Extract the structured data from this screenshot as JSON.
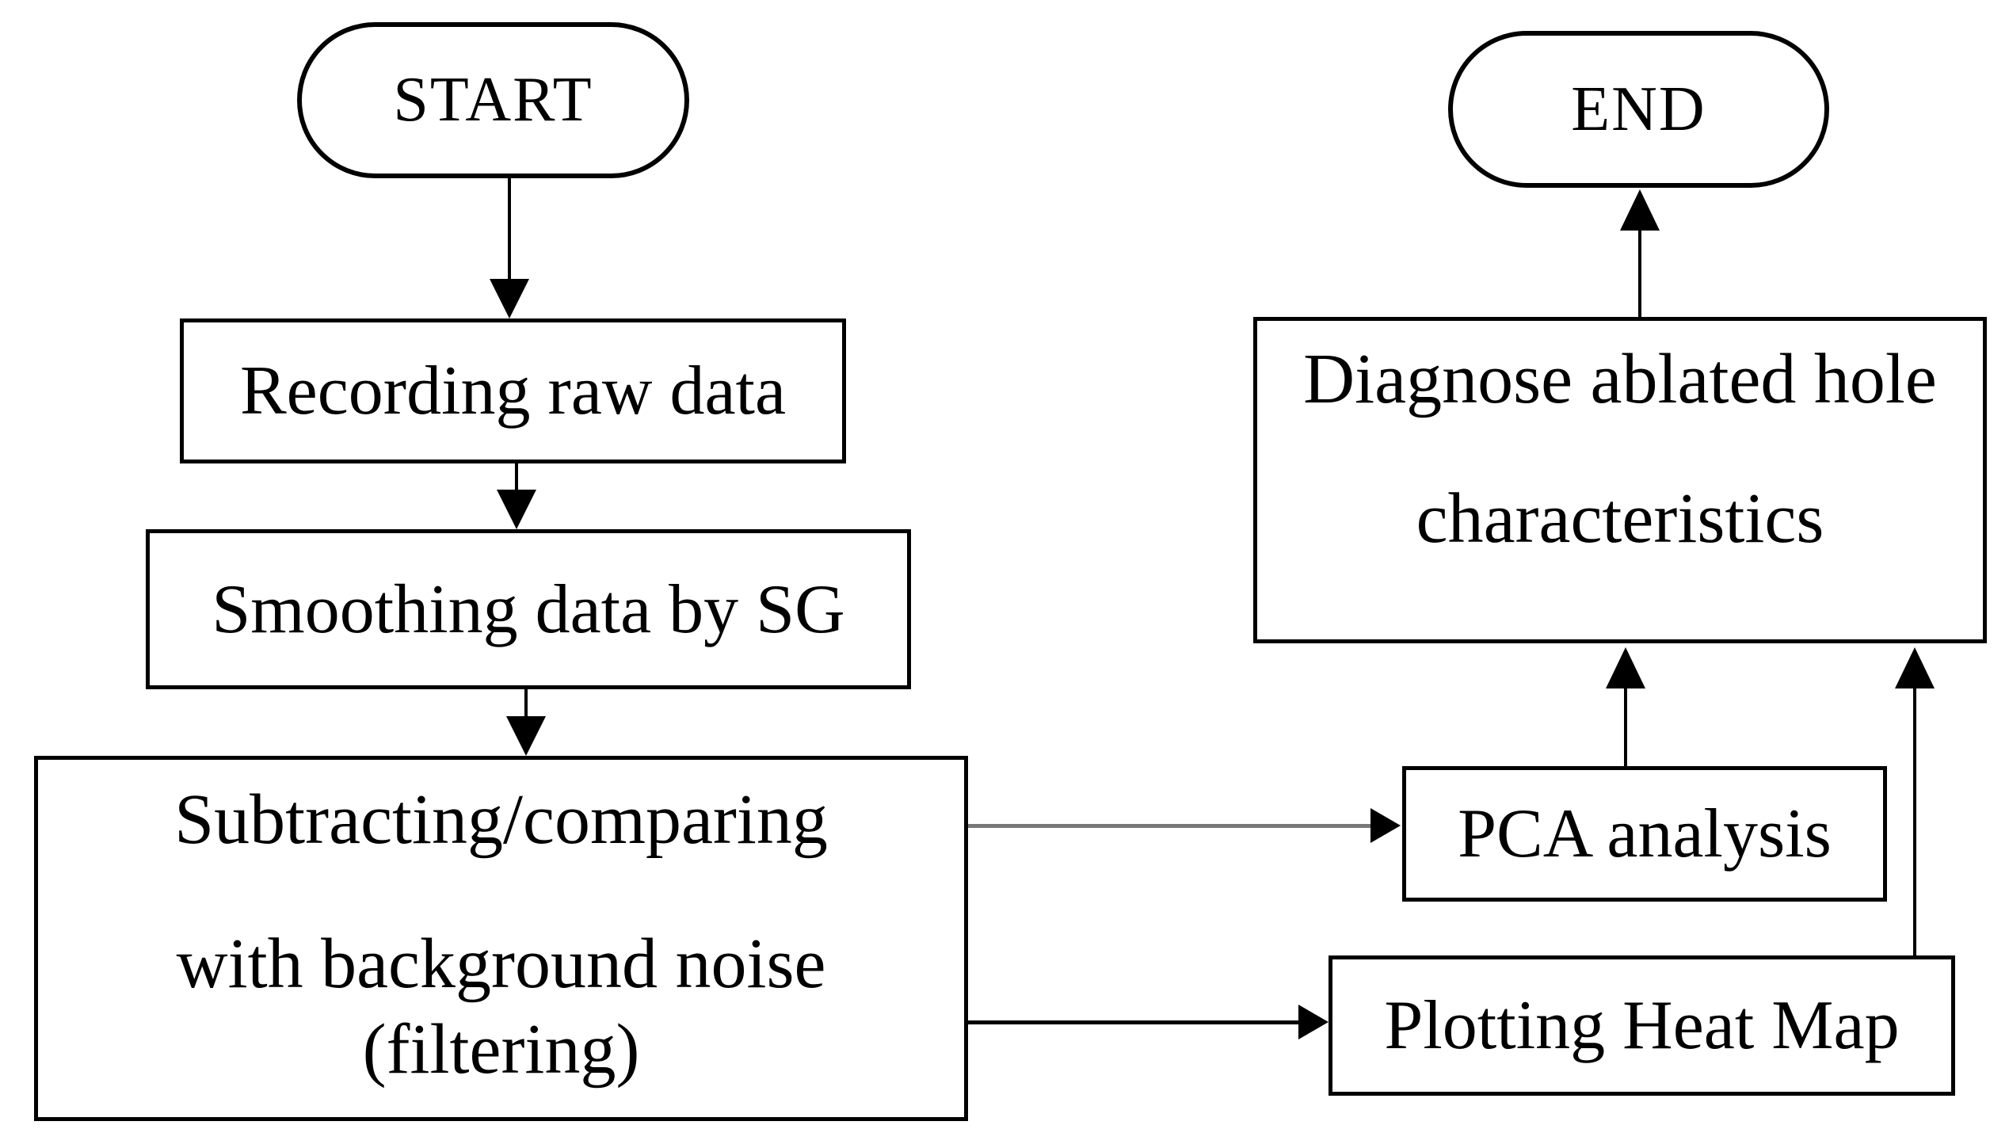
{
  "diagram": {
    "type": "flowchart",
    "background_color": "#ffffff",
    "line_color": "#000000",
    "gray_connector_color": "#787878",
    "nodes": {
      "start": {
        "label": "START",
        "shape": "terminator"
      },
      "recording": {
        "label": "Recording raw data",
        "shape": "process"
      },
      "smoothing": {
        "label": "Smoothing data by SG",
        "shape": "process"
      },
      "subtracting": {
        "line1": "Subtracting/comparing",
        "line2": "with background noise",
        "line3": "(filtering)",
        "shape": "process"
      },
      "pca": {
        "label": "PCA analysis",
        "shape": "process"
      },
      "heatmap": {
        "label": "Plotting Heat Map",
        "shape": "process"
      },
      "diagnose": {
        "line1": "Diagnose ablated hole",
        "line2": "characteristics",
        "shape": "process"
      },
      "end": {
        "label": "END",
        "shape": "terminator"
      }
    },
    "edges": [
      {
        "from": "start",
        "to": "recording",
        "direction": "down"
      },
      {
        "from": "recording",
        "to": "smoothing",
        "direction": "down"
      },
      {
        "from": "smoothing",
        "to": "subtracting",
        "direction": "down"
      },
      {
        "from": "subtracting",
        "to": "pca",
        "direction": "right",
        "color": "#787878"
      },
      {
        "from": "subtracting",
        "to": "heatmap",
        "direction": "right",
        "color": "#000000"
      },
      {
        "from": "pca",
        "to": "diagnose",
        "direction": "up"
      },
      {
        "from": "heatmap",
        "to": "diagnose",
        "direction": "up"
      },
      {
        "from": "diagnose",
        "to": "end",
        "direction": "up"
      }
    ]
  }
}
